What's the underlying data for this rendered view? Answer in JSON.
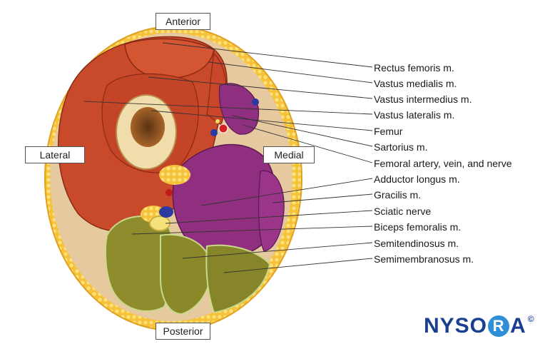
{
  "orientation": {
    "anterior": "Anterior",
    "posterior": "Posterior",
    "lateral": "Lateral",
    "medial": "Medial"
  },
  "labels": [
    "Rectus femoris m.",
    "Vastus medialis m.",
    "Vastus intermedius m.",
    "Vastus lateralis m.",
    "Femur",
    "Sartorius m.",
    "Femoral artery, vein, and nerve",
    "Adductor longus m.",
    "Gracilis m.",
    "Sciatic nerve",
    "Biceps femoralis m.",
    "Semitendinosus m.",
    "Semimembranosus m."
  ],
  "logo": {
    "text_before": "NYSO",
    "circle": "R",
    "text_after": "A",
    "mark": "©"
  },
  "colors": {
    "fat": "#f2b92e",
    "anterior_muscle": "#c8452a",
    "adductor_muscle": "#8e2f7e",
    "posterior_muscle": "#8a8a2a",
    "bone": "#f0d9a6",
    "marrow": "#7a4a1e",
    "logo_blue": "#1b3f8f",
    "logo_accent": "#2f8fd6"
  }
}
